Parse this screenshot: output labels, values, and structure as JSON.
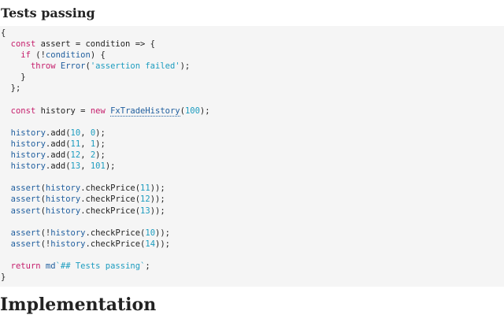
{
  "cell": {
    "heading": "Tests passing"
  },
  "code": {
    "lines": [
      [
        {
          "t": "{",
          "c": "plain"
        }
      ],
      [
        {
          "t": "  ",
          "c": "plain"
        },
        {
          "t": "const",
          "c": "kw"
        },
        {
          "t": " assert = condition => {",
          "c": "plain"
        }
      ],
      [
        {
          "t": "    ",
          "c": "plain"
        },
        {
          "t": "if",
          "c": "kw"
        },
        {
          "t": " (!",
          "c": "plain"
        },
        {
          "t": "condition",
          "c": "var"
        },
        {
          "t": ") {",
          "c": "plain"
        }
      ],
      [
        {
          "t": "      ",
          "c": "plain"
        },
        {
          "t": "throw",
          "c": "kw"
        },
        {
          "t": " ",
          "c": "plain"
        },
        {
          "t": "Error",
          "c": "cls"
        },
        {
          "t": "(",
          "c": "plain"
        },
        {
          "t": "'assertion failed'",
          "c": "str"
        },
        {
          "t": ");",
          "c": "plain"
        }
      ],
      [
        {
          "t": "    }",
          "c": "plain"
        }
      ],
      [
        {
          "t": "  };",
          "c": "plain"
        }
      ],
      [
        {
          "t": "",
          "c": "plain"
        }
      ],
      [
        {
          "t": "  ",
          "c": "plain"
        },
        {
          "t": "const",
          "c": "kw"
        },
        {
          "t": " history = ",
          "c": "plain"
        },
        {
          "t": "new",
          "c": "kw"
        },
        {
          "t": " ",
          "c": "plain"
        },
        {
          "t": "FxTradeHistory",
          "c": "link"
        },
        {
          "t": "(",
          "c": "plain"
        },
        {
          "t": "100",
          "c": "num"
        },
        {
          "t": ");",
          "c": "plain"
        }
      ],
      [
        {
          "t": "",
          "c": "plain"
        }
      ],
      [
        {
          "t": "  ",
          "c": "plain"
        },
        {
          "t": "history",
          "c": "var"
        },
        {
          "t": ".add(",
          "c": "plain"
        },
        {
          "t": "10",
          "c": "num"
        },
        {
          "t": ", ",
          "c": "plain"
        },
        {
          "t": "0",
          "c": "num"
        },
        {
          "t": ");",
          "c": "plain"
        }
      ],
      [
        {
          "t": "  ",
          "c": "plain"
        },
        {
          "t": "history",
          "c": "var"
        },
        {
          "t": ".add(",
          "c": "plain"
        },
        {
          "t": "11",
          "c": "num"
        },
        {
          "t": ", ",
          "c": "plain"
        },
        {
          "t": "1",
          "c": "num"
        },
        {
          "t": ");",
          "c": "plain"
        }
      ],
      [
        {
          "t": "  ",
          "c": "plain"
        },
        {
          "t": "history",
          "c": "var"
        },
        {
          "t": ".add(",
          "c": "plain"
        },
        {
          "t": "12",
          "c": "num"
        },
        {
          "t": ", ",
          "c": "plain"
        },
        {
          "t": "2",
          "c": "num"
        },
        {
          "t": ");",
          "c": "plain"
        }
      ],
      [
        {
          "t": "  ",
          "c": "plain"
        },
        {
          "t": "history",
          "c": "var"
        },
        {
          "t": ".add(",
          "c": "plain"
        },
        {
          "t": "13",
          "c": "num"
        },
        {
          "t": ", ",
          "c": "plain"
        },
        {
          "t": "101",
          "c": "num"
        },
        {
          "t": ");",
          "c": "plain"
        }
      ],
      [
        {
          "t": "",
          "c": "plain"
        }
      ],
      [
        {
          "t": "  ",
          "c": "plain"
        },
        {
          "t": "assert",
          "c": "fn"
        },
        {
          "t": "(",
          "c": "plain"
        },
        {
          "t": "history",
          "c": "var"
        },
        {
          "t": ".checkPrice(",
          "c": "plain"
        },
        {
          "t": "11",
          "c": "num"
        },
        {
          "t": "));",
          "c": "plain"
        }
      ],
      [
        {
          "t": "  ",
          "c": "plain"
        },
        {
          "t": "assert",
          "c": "fn"
        },
        {
          "t": "(",
          "c": "plain"
        },
        {
          "t": "history",
          "c": "var"
        },
        {
          "t": ".checkPrice(",
          "c": "plain"
        },
        {
          "t": "12",
          "c": "num"
        },
        {
          "t": "));",
          "c": "plain"
        }
      ],
      [
        {
          "t": "  ",
          "c": "plain"
        },
        {
          "t": "assert",
          "c": "fn"
        },
        {
          "t": "(",
          "c": "plain"
        },
        {
          "t": "history",
          "c": "var"
        },
        {
          "t": ".checkPrice(",
          "c": "plain"
        },
        {
          "t": "13",
          "c": "num"
        },
        {
          "t": "));",
          "c": "plain"
        }
      ],
      [
        {
          "t": "",
          "c": "plain"
        }
      ],
      [
        {
          "t": "  ",
          "c": "plain"
        },
        {
          "t": "assert",
          "c": "fn"
        },
        {
          "t": "(!",
          "c": "plain"
        },
        {
          "t": "history",
          "c": "var"
        },
        {
          "t": ".checkPrice(",
          "c": "plain"
        },
        {
          "t": "10",
          "c": "num"
        },
        {
          "t": "));",
          "c": "plain"
        }
      ],
      [
        {
          "t": "  ",
          "c": "plain"
        },
        {
          "t": "assert",
          "c": "fn"
        },
        {
          "t": "(!",
          "c": "plain"
        },
        {
          "t": "history",
          "c": "var"
        },
        {
          "t": ".checkPrice(",
          "c": "plain"
        },
        {
          "t": "14",
          "c": "num"
        },
        {
          "t": "));",
          "c": "plain"
        }
      ],
      [
        {
          "t": "",
          "c": "plain"
        }
      ],
      [
        {
          "t": "  ",
          "c": "plain"
        },
        {
          "t": "return",
          "c": "kw"
        },
        {
          "t": " ",
          "c": "plain"
        },
        {
          "t": "md",
          "c": "fn"
        },
        {
          "t": "`## Tests passing`",
          "c": "str"
        },
        {
          "t": ";",
          "c": "plain"
        }
      ],
      [
        {
          "t": "}",
          "c": "plain"
        }
      ]
    ]
  },
  "section": {
    "heading": "Implementation"
  },
  "colors": {
    "keyword": "#c51d6b",
    "number": "#1c9cbf",
    "string": "#1c9cbf",
    "identifier": "#1f5e9e",
    "code_background": "#f5f5f5"
  }
}
